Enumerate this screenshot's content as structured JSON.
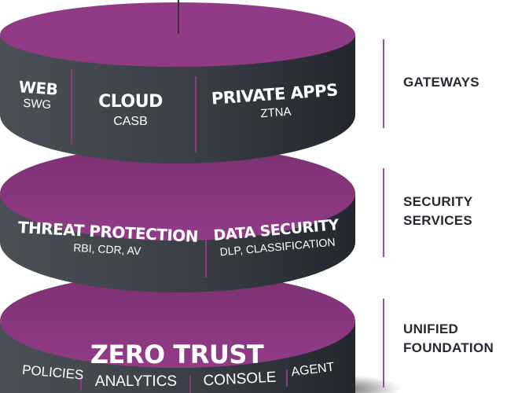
{
  "colors": {
    "accent_purple": "#8f3a85",
    "side_dark": "#2a2f35",
    "side_light": "#4a4f55",
    "label_text": "#252a31"
  },
  "layers": [
    {
      "name": "gateways",
      "category_label": [
        "GATEWAYS"
      ],
      "sections": [
        {
          "title": "WEB",
          "subtitle": "SWG"
        },
        {
          "title": "CLOUD",
          "subtitle": "CASB"
        },
        {
          "title": "PRIVATE APPS",
          "subtitle": "ZTNA"
        }
      ]
    },
    {
      "name": "security-services",
      "category_label": [
        "SECURITY",
        "SERVICES"
      ],
      "sections": [
        {
          "title": "THREAT PROTECTION",
          "subtitle": "RBI, CDR, AV"
        },
        {
          "title": "DATA SECURITY",
          "subtitle": "DLP, CLASSIFICATION"
        }
      ]
    },
    {
      "name": "unified-foundation",
      "category_label": [
        "UNIFIED",
        "FOUNDATION"
      ],
      "title": "ZERO TRUST",
      "items": [
        "POLICIES",
        "ANALYTICS",
        "CONSOLE",
        "AGENT"
      ]
    }
  ]
}
